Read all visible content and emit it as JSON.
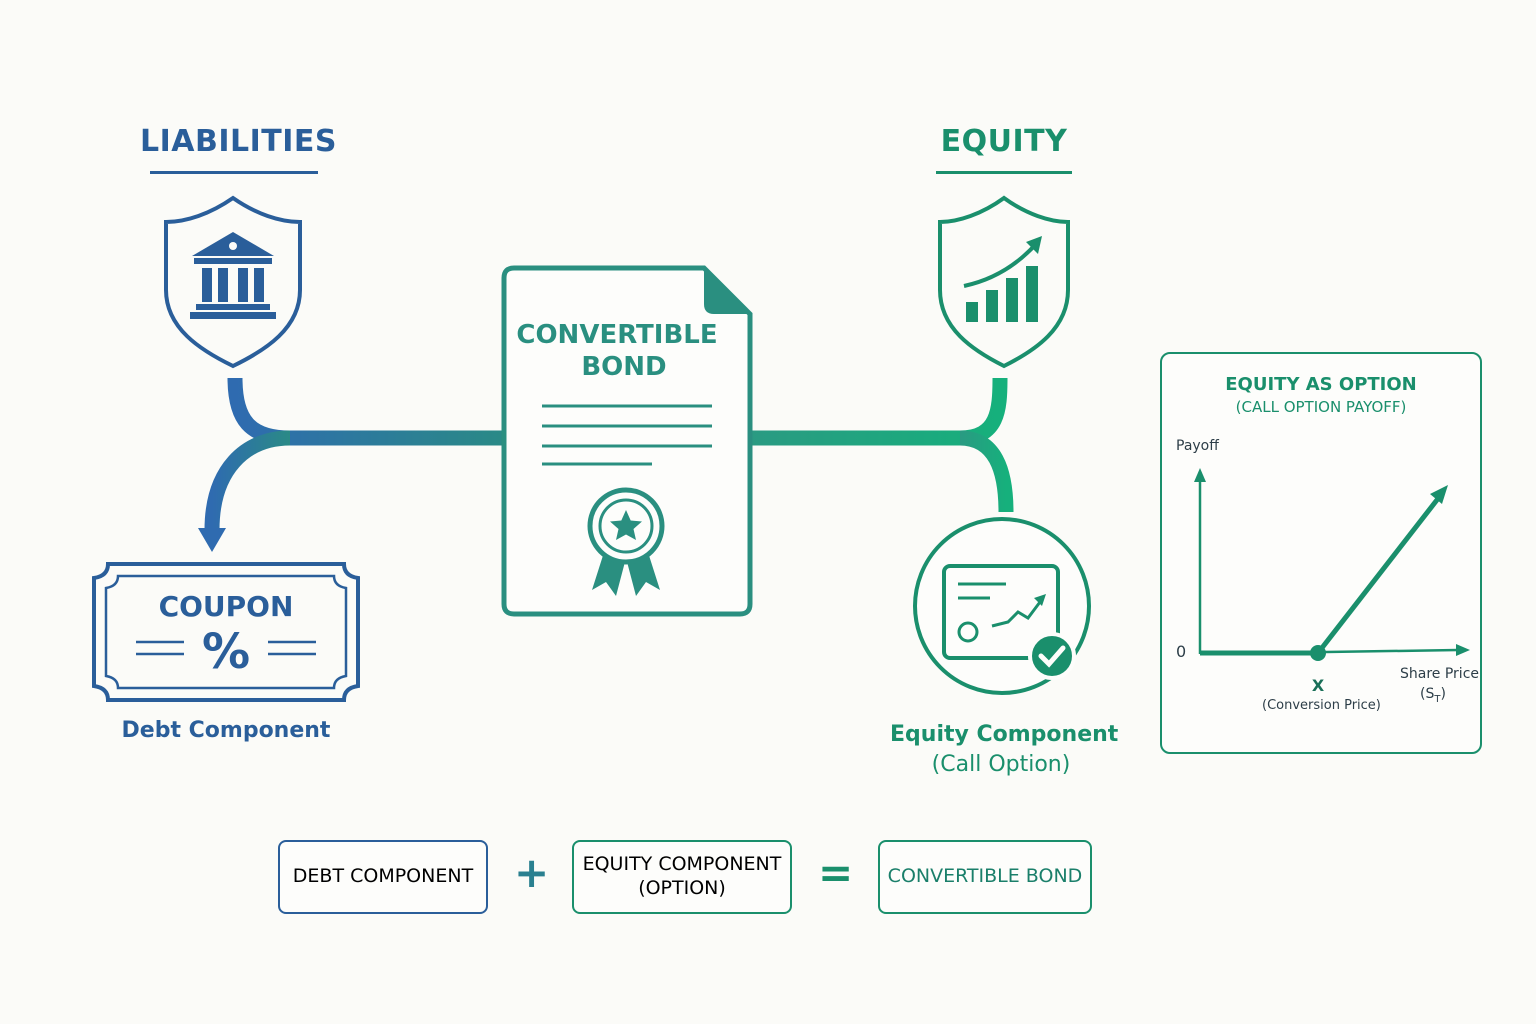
{
  "left": {
    "heading": "LIABILITIES",
    "ticket_title": "COUPON",
    "ticket_symbol": "%",
    "caption": "Debt Component"
  },
  "center": {
    "doc_title_line1": "CONVERTIBLE",
    "doc_title_line2": "BOND"
  },
  "right": {
    "heading": "EQUITY",
    "caption_line1": "Equity Component",
    "caption_line2": "(Call Option)"
  },
  "payoff_panel": {
    "title": "EQUITY AS OPTION",
    "subtitle": "(CALL OPTION PAYOFF)",
    "ylabel": "Payoff",
    "y_zero": "0",
    "strike_label": "X",
    "strike_sublabel": "(Conversion Price)",
    "xlabel_line1": "Share Price",
    "xlabel_line2": "(S",
    "xlabel_sub": "T",
    "xlabel_close": ")"
  },
  "equation": {
    "term1": "DEBT COMPONENT",
    "plus": "+",
    "term2_line1": "EQUITY COMPONENT",
    "term2_line2": "(OPTION)",
    "equals": "=",
    "result": "CONVERTIBLE BOND"
  },
  "colors": {
    "liabilities_blue": "#2a5e9a",
    "equity_green": "#1a8f6c",
    "bond_teal": "#2a8f80"
  },
  "icons": {
    "liabilities": "bank-shield-icon",
    "equity": "growth-chart-shield-icon",
    "document": "certificate-document-icon",
    "badge": "award-ribbon-icon",
    "equity_component": "option-certificate-check-icon"
  }
}
